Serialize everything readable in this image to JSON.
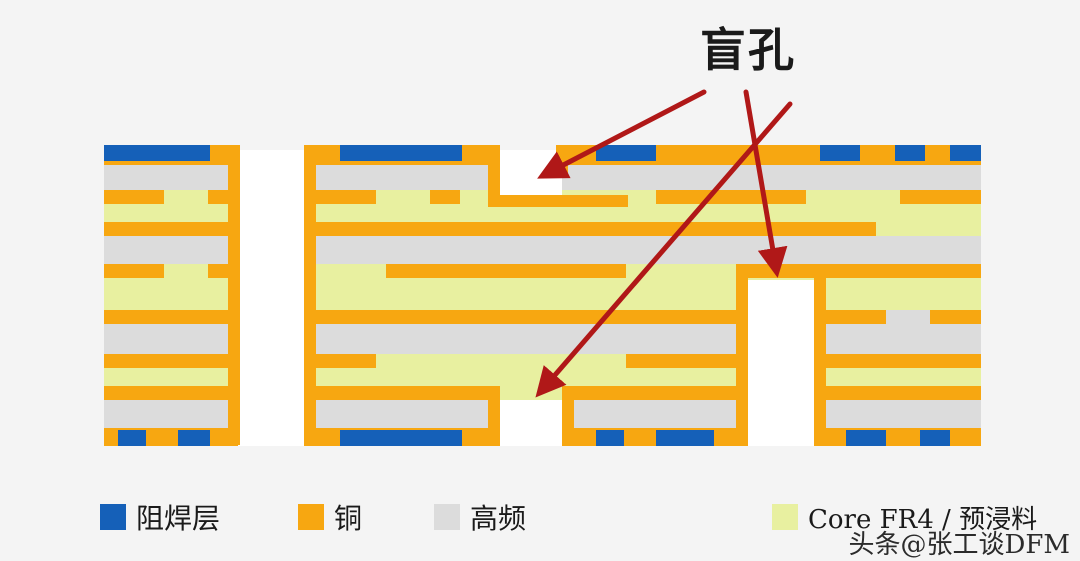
{
  "callout": {
    "label": "盲孔"
  },
  "legend": [
    {
      "label": "阻焊层",
      "color": "#1560b8"
    },
    {
      "label": "铜",
      "color": "#f7a711"
    },
    {
      "label": "高频",
      "color": "#dcdcdc"
    },
    {
      "label": "Core FR4 / 预浸料",
      "color": "#e8f0a0"
    }
  ],
  "colors": {
    "arrow": "#b01818",
    "copper": "#f7a711",
    "mask": "#1560b8",
    "hf": "#dcdcdc",
    "core": "#e8f0a0",
    "hole": "#ffffff"
  },
  "watermark": "头条@张工谈DFM"
}
